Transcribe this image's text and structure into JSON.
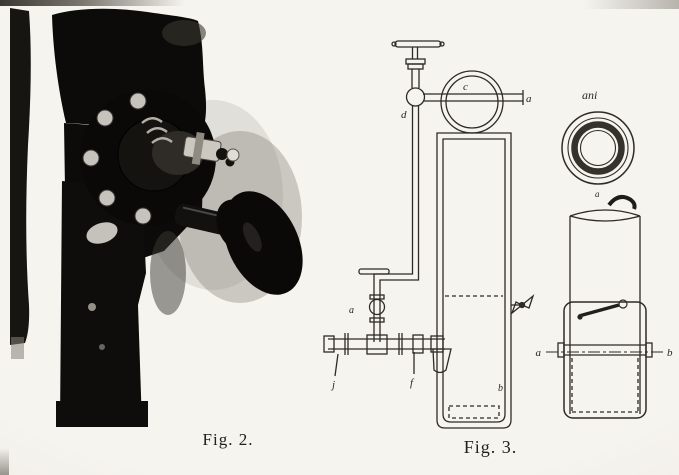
{
  "palette": {
    "paper": "#f4f2ed",
    "ink": "#2e2b26",
    "photo_black": "#0a0908"
  },
  "figures": {
    "fig2": {
      "caption": "Fig. 2."
    },
    "fig3": {
      "caption": "Fig. 3.",
      "labels": {
        "d": "d",
        "c": "c",
        "a_pipe_end": "a",
        "a_lower_valve": "a",
        "j": "j",
        "f": "f",
        "b_vessel": "b",
        "ring_annotation": "ani",
        "ring_mark": "a",
        "axis_a": "a",
        "axis_b": "b"
      }
    }
  }
}
